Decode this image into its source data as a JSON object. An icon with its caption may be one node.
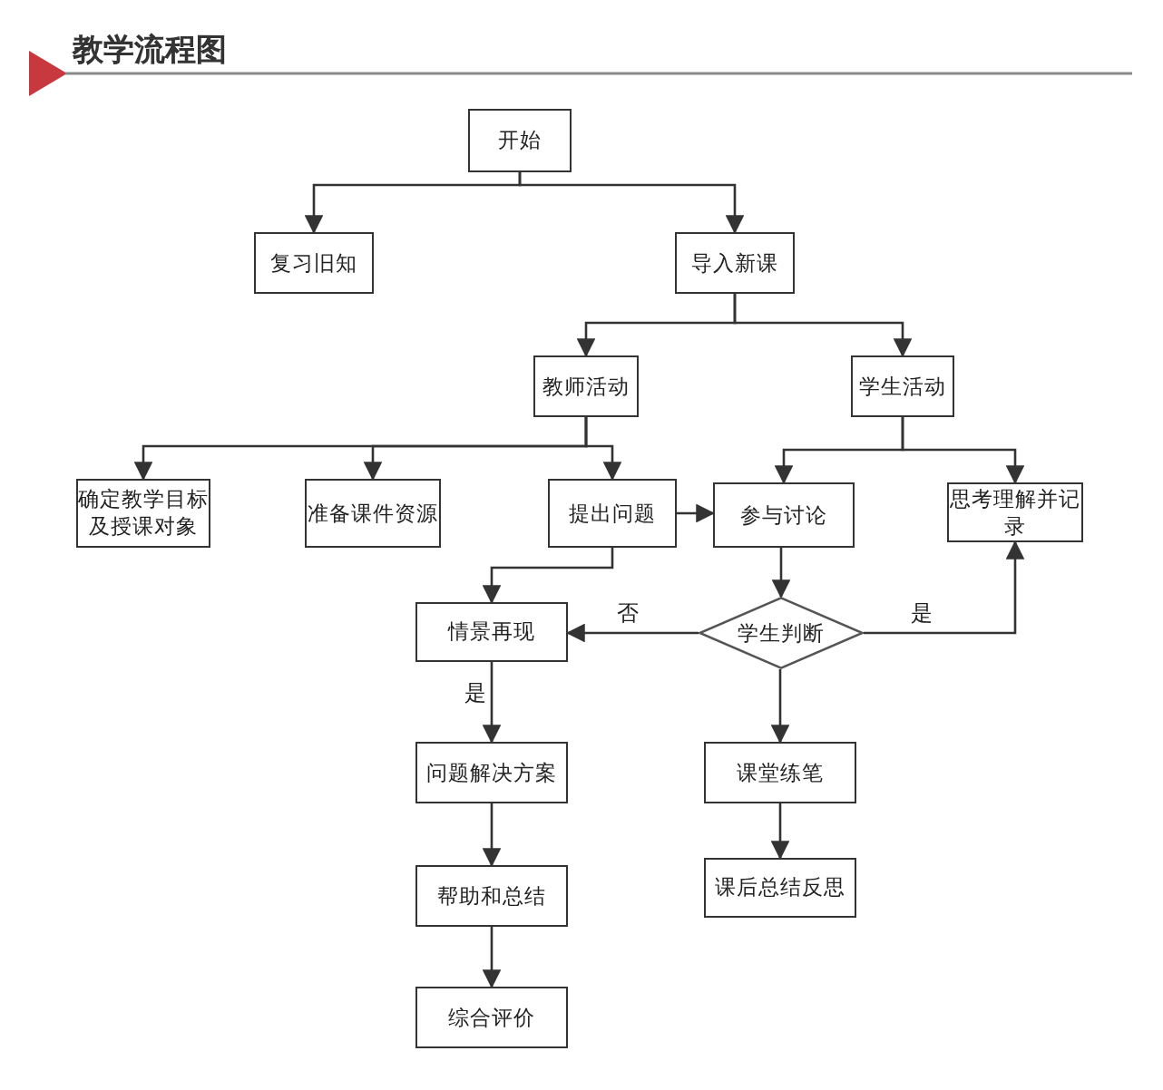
{
  "diagram": {
    "title": "教学流程图",
    "nodes": [
      {
        "text": [
          "开始"
        ]
      },
      {
        "text": [
          "复习旧知"
        ]
      },
      {
        "text": [
          "导入新课"
        ]
      },
      {
        "text": [
          "教师活动"
        ]
      },
      {
        "text": [
          "学生活动"
        ]
      },
      {
        "text": [
          "确定教学目标及授课对象"
        ]
      },
      {
        "text": [
          "准备课件资源"
        ]
      },
      {
        "text": [
          "提出问题"
        ]
      },
      {
        "text": [
          "参与讨论"
        ]
      },
      {
        "text": [
          "思考理解并记录"
        ]
      },
      {
        "text": [
          "情景再现"
        ]
      },
      {
        "text": [
          "学生判断"
        ]
      },
      {
        "text": [
          "问题解决方案"
        ]
      },
      {
        "text": [
          "课堂练笔"
        ]
      },
      {
        "text": [
          "帮助和总结"
        ]
      },
      {
        "text": [
          "课后总结反思"
        ]
      },
      {
        "text": [
          "综合评价"
        ]
      }
    ],
    "edges": [
      {
        "from": 0,
        "to": 1,
        "arrow": "to"
      },
      {
        "from": 0,
        "to": 2,
        "arrow": "to"
      },
      {
        "from": 2,
        "to": 3,
        "arrow": "to"
      },
      {
        "from": 2,
        "to": 4,
        "arrow": "to"
      },
      {
        "from": 3,
        "to": 5,
        "arrow": "to"
      },
      {
        "from": 3,
        "to": 6,
        "arrow": "to"
      },
      {
        "from": 3,
        "to": 7,
        "arrow": "to"
      },
      {
        "from": 4,
        "to": 8,
        "arrow": "to"
      },
      {
        "from": 4,
        "to": 9,
        "arrow": "to"
      },
      {
        "from": 7,
        "to": 8,
        "arrow": "to"
      },
      {
        "from": 7,
        "to": 10,
        "arrow": "to"
      },
      {
        "from": 8,
        "to": 11,
        "arrow": "to"
      },
      {
        "from": 11,
        "to": 10,
        "arrow": "to",
        "label": "否"
      },
      {
        "from": 11,
        "to": 9,
        "arrow": "to",
        "label": "是"
      },
      {
        "from": 10,
        "to": 12,
        "arrow": "to",
        "label": "是"
      },
      {
        "from": 11,
        "to": 13,
        "arrow": "to"
      },
      {
        "from": 12,
        "to": 14,
        "arrow": "to"
      },
      {
        "from": 14,
        "to": 16,
        "arrow": "to"
      },
      {
        "from": 13,
        "to": 15,
        "arrow": "to"
      }
    ]
  }
}
